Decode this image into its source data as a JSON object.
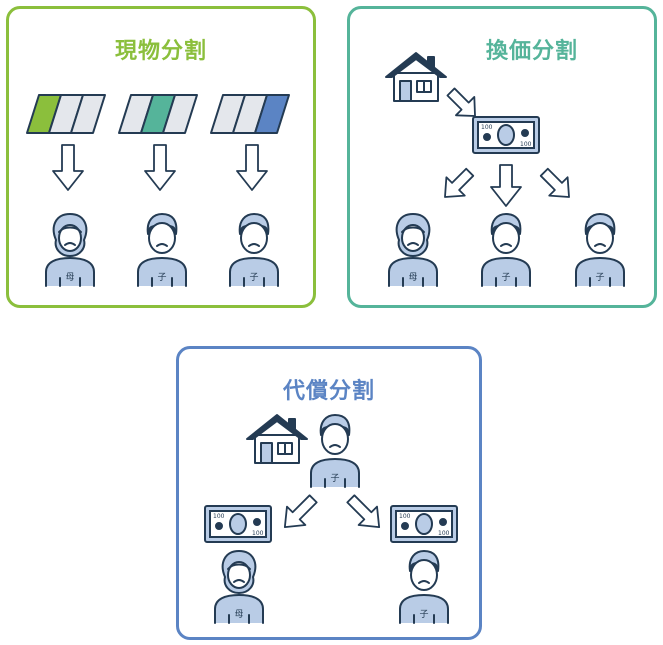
{
  "colors": {
    "green": "#8bbf3c",
    "teal": "#55b49a",
    "blue": "#5b84c4",
    "figure_fill": "#b9cce6",
    "outline": "#243b53"
  },
  "panels": {
    "genbutsu": {
      "title": "現物分割",
      "labels": [
        "母",
        "子",
        "子"
      ]
    },
    "kanka": {
      "title": "換価分割",
      "labels": [
        "母",
        "子",
        "子"
      ],
      "bill_value": "100"
    },
    "daisho": {
      "title": "代償分割",
      "heir_label": "子",
      "labels": [
        "母",
        "子"
      ],
      "bill_value": "100"
    }
  },
  "icons": [
    "house-icon",
    "banknote-icon",
    "arrow-down-icon",
    "land-parcel-icon",
    "person-icon"
  ]
}
